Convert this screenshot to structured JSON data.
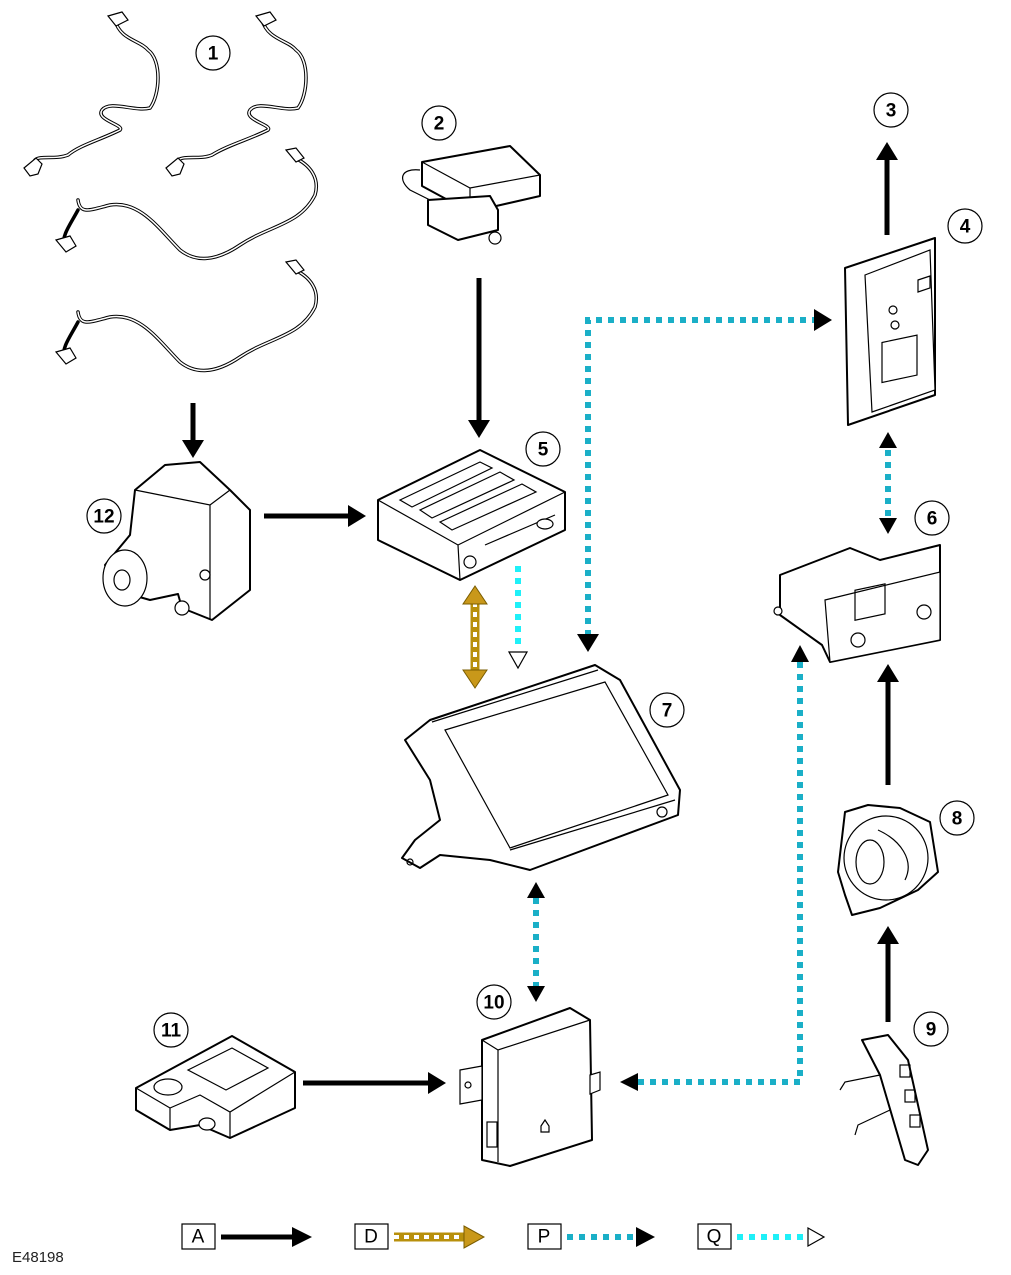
{
  "diagram": {
    "reference_code": "E48198",
    "callouts": [
      {
        "id": "1",
        "component": "wheel-speed-sensors"
      },
      {
        "id": "2",
        "component": "module-2"
      },
      {
        "id": "3",
        "component": "output-3"
      },
      {
        "id": "4",
        "component": "module-4"
      },
      {
        "id": "5",
        "component": "module-5"
      },
      {
        "id": "6",
        "component": "control-panel-6"
      },
      {
        "id": "7",
        "component": "touch-screen-7"
      },
      {
        "id": "8",
        "component": "clockspring-8"
      },
      {
        "id": "9",
        "component": "steering-wheel-switch-9"
      },
      {
        "id": "10",
        "component": "module-10"
      },
      {
        "id": "11",
        "component": "module-11"
      },
      {
        "id": "12",
        "component": "abs-module-12"
      }
    ],
    "connections": [
      {
        "from": "1",
        "to": "12",
        "type": "A"
      },
      {
        "from": "12",
        "to": "5",
        "type": "A"
      },
      {
        "from": "2",
        "to": "5",
        "type": "A"
      },
      {
        "from": "4",
        "to": "3",
        "type": "A"
      },
      {
        "from": "7",
        "to": "4",
        "type": "P"
      },
      {
        "from": "4",
        "to": "6",
        "type": "P",
        "bidirectional": true
      },
      {
        "from": "5",
        "to": "7",
        "type": "D",
        "bidirectional": true
      },
      {
        "from": "5",
        "to": "7",
        "type": "Q"
      },
      {
        "from": "7",
        "to": "10",
        "type": "P",
        "bidirectional": true
      },
      {
        "from": "6",
        "to": "10",
        "type": "P"
      },
      {
        "from": "8",
        "to": "6",
        "type": "A"
      },
      {
        "from": "9",
        "to": "8",
        "type": "A"
      },
      {
        "from": "11",
        "to": "10",
        "type": "A"
      }
    ],
    "legend": [
      {
        "key": "A",
        "style": "solid-black",
        "color": "#000000"
      },
      {
        "key": "D",
        "style": "striped-gold",
        "color": "#c9981a"
      },
      {
        "key": "P",
        "style": "dotted-teal",
        "color": "#1aafc7"
      },
      {
        "key": "Q",
        "style": "dotted-cyan-open-head",
        "color": "#1ff0f8"
      }
    ]
  }
}
